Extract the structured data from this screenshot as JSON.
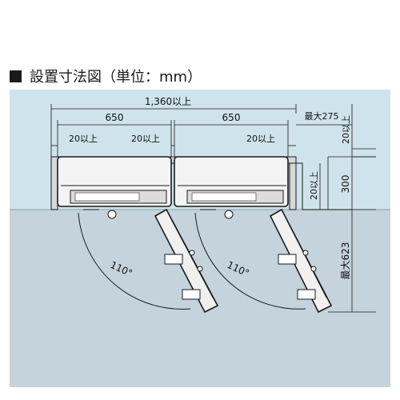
{
  "title": {
    "text": "設置寸法図（単位：mm）"
  },
  "dimensions": {
    "total_width": "1,360以上",
    "unit_left_width": "650",
    "unit_right_width": "650",
    "gap_left_outer": "20以上",
    "gap_left_inner": "20以上",
    "gap_right_inner": "20以上",
    "max_right": "最大275",
    "top_clearance": "20以上",
    "side_clearance": "20以上",
    "unit_height": "300",
    "swing_depth": "最大623",
    "angle_left": "110°",
    "angle_right": "110°"
  },
  "colors": {
    "wall": "#cfe3ec",
    "floor": "#c4d3dc",
    "unit_fill": "#f4f4f4",
    "stroke": "#1a1a1a",
    "dim_line": "#1a1a1a"
  }
}
